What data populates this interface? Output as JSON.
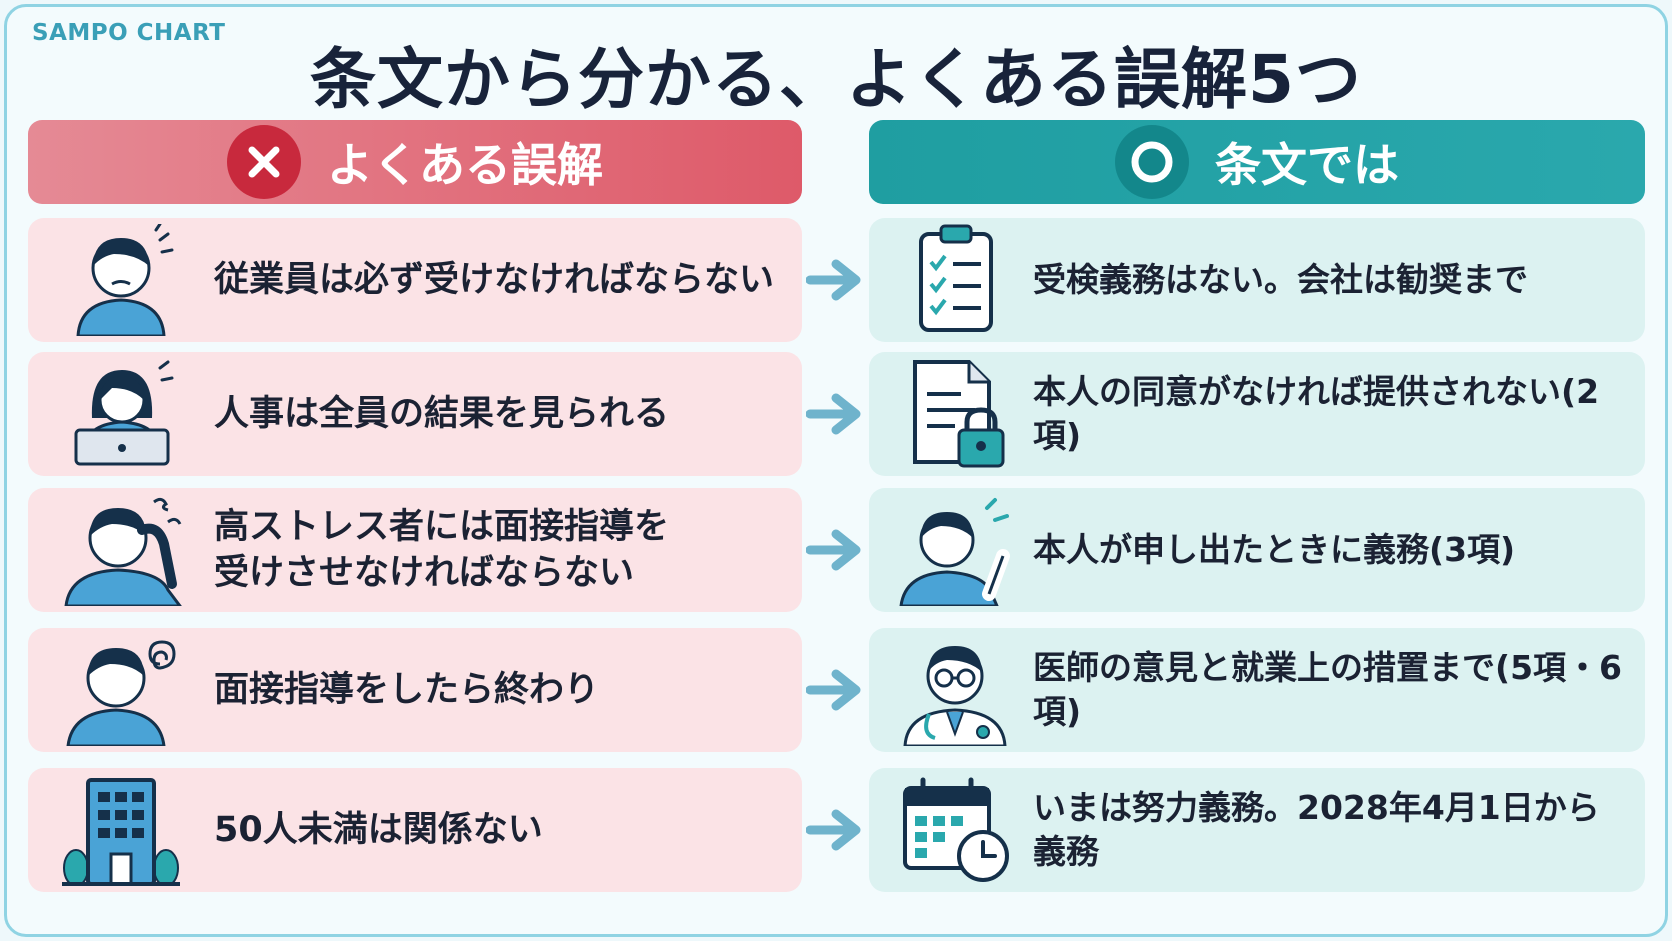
{
  "brand": "SAMPO CHART",
  "title": "条文から分かる、よくある誤解5つ",
  "headers": {
    "left": {
      "label": "よくある誤解",
      "icon": "x-mark-icon",
      "color": "#de5a69"
    },
    "right": {
      "label": "条文では",
      "icon": "circle-mark-icon",
      "color": "#2aa8ad"
    }
  },
  "rows": [
    {
      "myth": "従業員は必ず受けなければならない",
      "myth_icon": "worried-person-icon",
      "fact": "受検義務はない。会社は勧奨まで",
      "fact_icon": "checklist-clipboard-icon"
    },
    {
      "myth": "人事は全員の結果を見られる",
      "myth_icon": "person-at-laptop-icon",
      "fact": "本人の同意がなければ提供されない(2項)",
      "fact_icon": "locked-document-icon"
    },
    {
      "myth": "高ストレス者には面接指導を\n受けさせなければならない",
      "myth_icon": "stressed-person-icon",
      "fact": "本人が申し出たときに義務(3項)",
      "fact_icon": "person-raising-hand-icon"
    },
    {
      "myth": "面接指導をしたら終わり",
      "myth_icon": "confused-person-icon",
      "fact": "医師の意見と就業上の措置まで(5項・6項)",
      "fact_icon": "doctor-icon"
    },
    {
      "myth": "50人未満は関係ない",
      "myth_icon": "office-building-icon",
      "fact": "いまは努力義務。2028年4月1日から義務",
      "fact_icon": "calendar-clock-icon"
    }
  ]
}
